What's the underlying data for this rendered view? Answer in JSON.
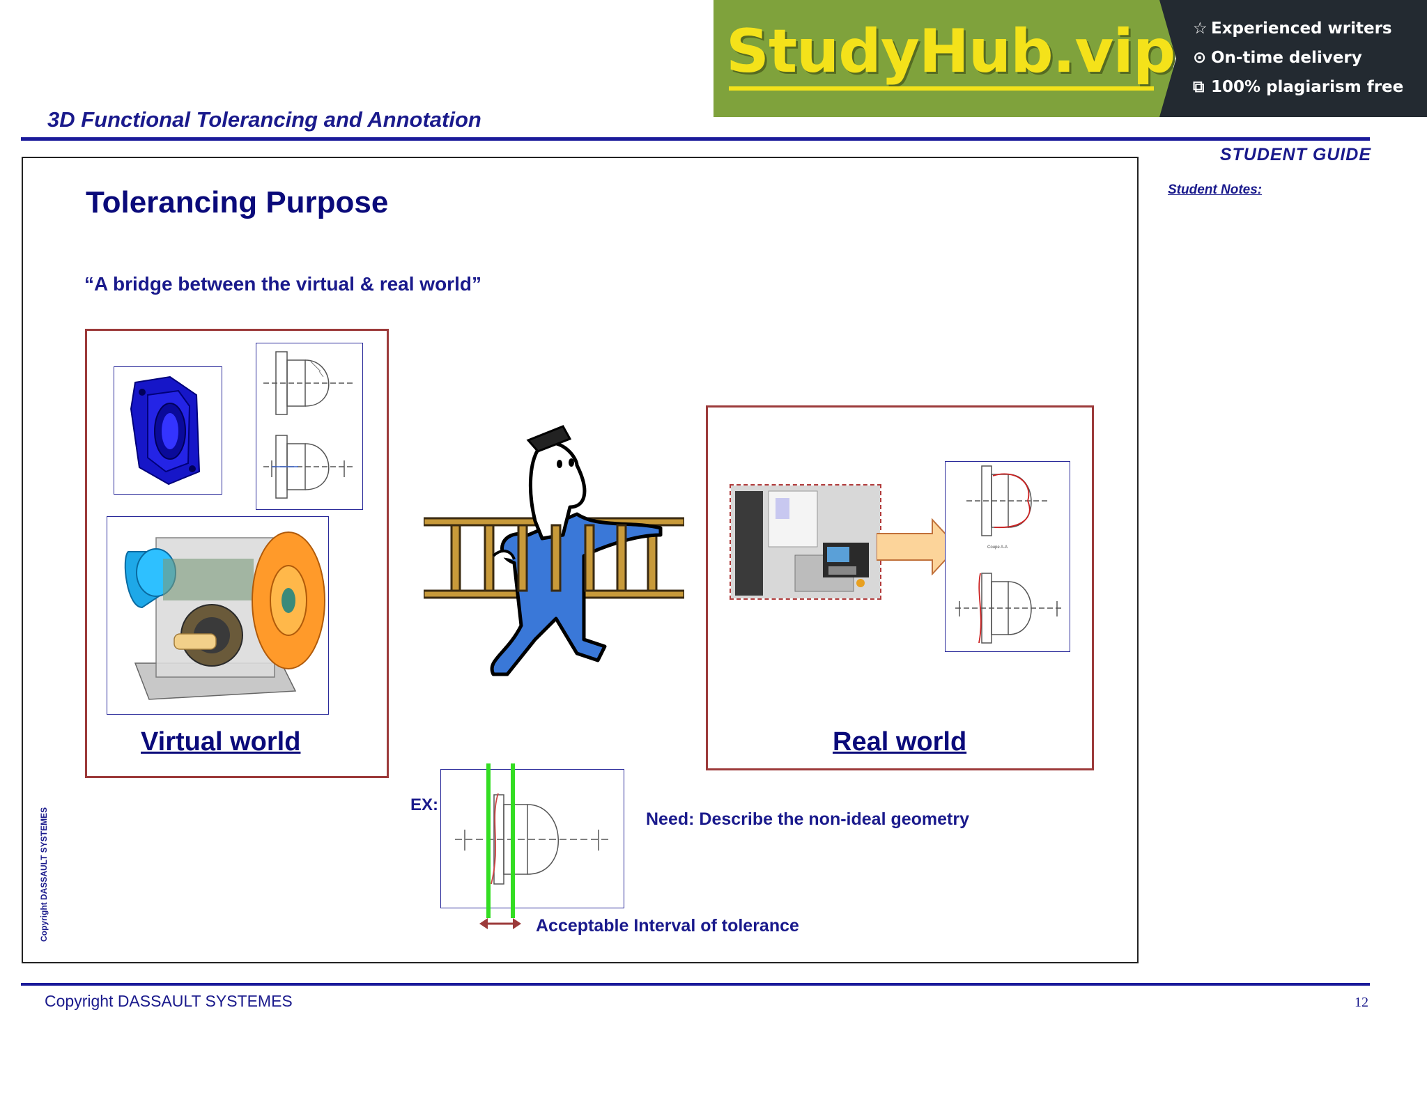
{
  "banner": {
    "logo": "StudyHub.vip",
    "features": [
      {
        "icon": "star-icon",
        "glyph": "☆",
        "label": "Experienced writers"
      },
      {
        "icon": "clock-icon",
        "glyph": "⊙",
        "label": "On-time delivery"
      },
      {
        "icon": "copy-icon",
        "glyph": "⧉",
        "label": "100% plagiarism free"
      }
    ]
  },
  "header": {
    "title": "3D Functional Tolerancing and Annotation",
    "guide_label": "STUDENT GUIDE",
    "notes_label": "Student Notes:"
  },
  "slide": {
    "title": "Tolerancing Purpose",
    "quote": "“A bridge between the virtual & real world”",
    "virtual_label": "Virtual world",
    "real_label": "Real world",
    "ex_label": "EX:",
    "need_text": "Need: Describe the non-ideal geometry",
    "interval_text": "Acceptable Interval of tolerance",
    "side_copyright": "Copyright DASSAULT SYSTEMES",
    "drawing_caption": "Coupe A-A"
  },
  "footer": {
    "copyright": "Copyright DASSAULT SYSTEMES",
    "page": "12"
  },
  "colors": {
    "banner_green": "#7fa23c",
    "banner_dark": "#232a31",
    "logo_yellow": "#f4e21a",
    "text_navy": "#1a1a8c",
    "frame_red": "#9c3a3a",
    "tolerance_green": "#33dd22"
  }
}
